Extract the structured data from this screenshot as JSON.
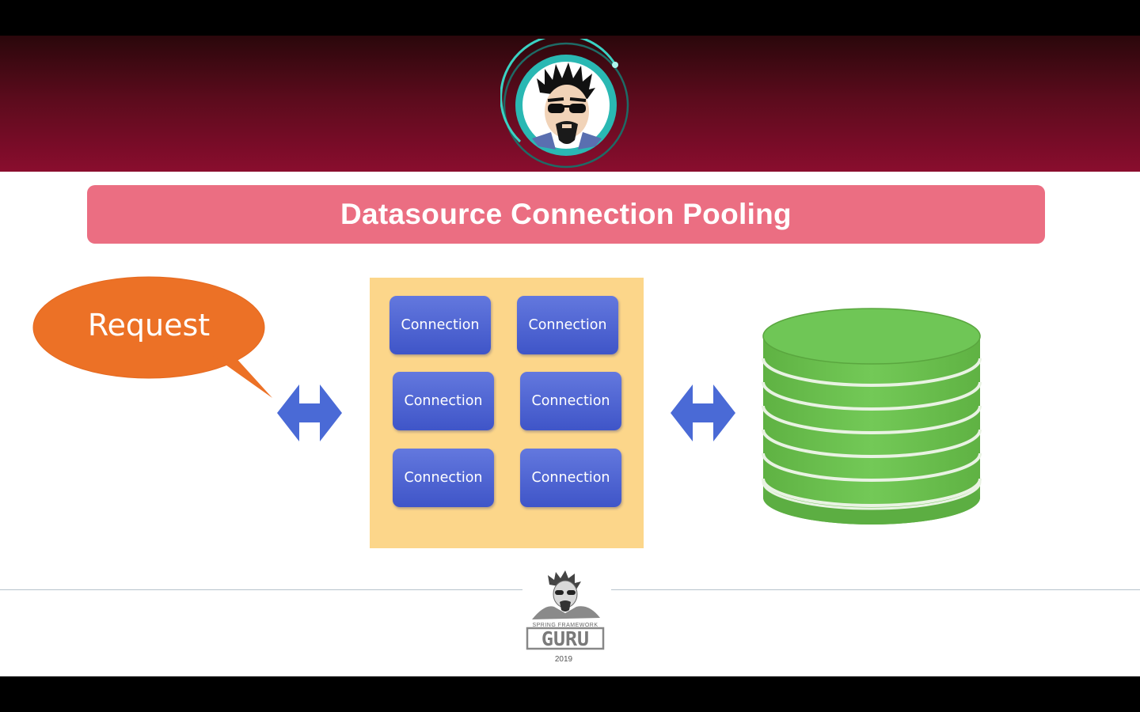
{
  "slide": {
    "title": "Datasource Connection Pooling",
    "request_label": "Request",
    "connections": [
      "Connection",
      "Connection",
      "Connection",
      "Connection",
      "Connection",
      "Connection"
    ],
    "footer": {
      "brand_top": "SPRING FRAMEWORK",
      "brand_main": "GURU",
      "year": "2019"
    }
  },
  "colors": {
    "header": "#8a0d2e",
    "title_bar": "#eb6e82",
    "request_bubble": "#ec7126",
    "pool_background": "#fcd68a",
    "connection_box": "#4a5fcf",
    "arrows": "#4a6ad6",
    "database": "#6ec354",
    "avatar_ring": "#2ec4b6"
  },
  "icons": [
    "avatar-icon",
    "double-arrow-icon",
    "database-icon",
    "guru-logo-icon"
  ]
}
